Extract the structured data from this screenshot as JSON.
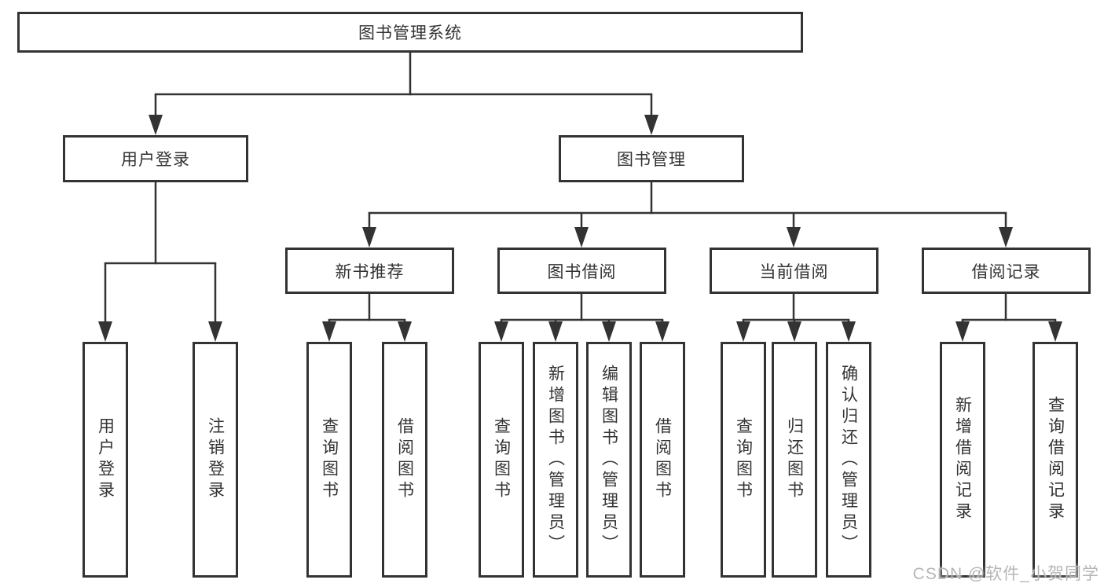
{
  "diagram": {
    "root": {
      "label": "图书管理系统"
    },
    "branches": [
      {
        "label": "用户登录",
        "children": [
          {
            "label": "用户登录"
          },
          {
            "label": "注销登录"
          }
        ]
      },
      {
        "label": "图书管理",
        "children": [
          {
            "label": "新书推荐",
            "children": [
              {
                "label": "查询图书"
              },
              {
                "label": "借阅图书"
              }
            ]
          },
          {
            "label": "图书借阅",
            "children": [
              {
                "label": "查询图书"
              },
              {
                "label": "新增图书（管理员）"
              },
              {
                "label": "编辑图书（管理员）"
              },
              {
                "label": "借阅图书"
              }
            ]
          },
          {
            "label": "当前借阅",
            "children": [
              {
                "label": "查询图书"
              },
              {
                "label": "归还图书"
              },
              {
                "label": "确认归还（管理员）"
              }
            ]
          },
          {
            "label": "借阅记录",
            "children": [
              {
                "label": "新增借阅记录"
              },
              {
                "label": "查询借阅记录"
              }
            ]
          }
        ]
      }
    ]
  },
  "watermark": "CSDN @软件_小贺同学",
  "colors": {
    "line": "#333333",
    "box_border": "#333333",
    "text": "#333333",
    "watermark": "#b6b6b6",
    "background": "#ffffff"
  }
}
